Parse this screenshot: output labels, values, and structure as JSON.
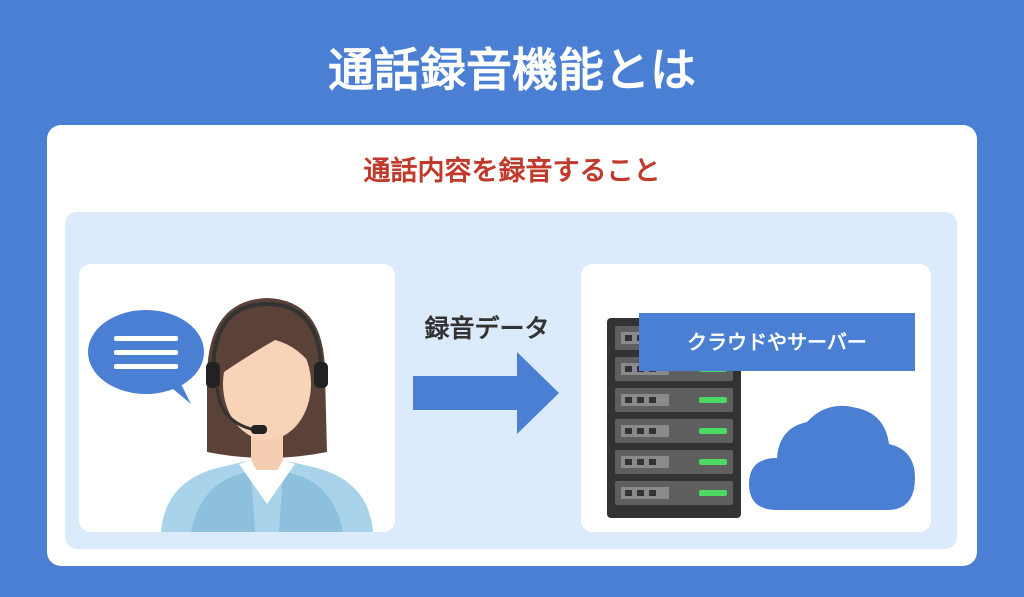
{
  "title": "通話録音機能とは",
  "subtitle": "通話内容を録音すること",
  "arrow_label": "録音データ",
  "server_label": "クラウドやサーバー",
  "icons": {
    "speech": "speech-bubble-icon",
    "operator": "operator-with-headset-icon",
    "arrow": "right-arrow-icon",
    "server": "server-rack-icon",
    "cloud": "cloud-icon"
  },
  "colors": {
    "background": "#4a7fd4",
    "accent_red": "#c0392b",
    "light_blue": "#dcebfb",
    "server_green": "#4cd964"
  }
}
